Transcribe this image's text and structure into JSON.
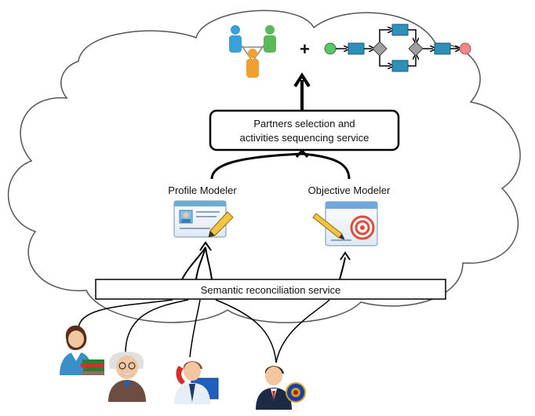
{
  "service_box": {
    "line1": "Partners selection and",
    "line2": "activities sequencing service"
  },
  "profile_modeler": {
    "label": "Profile Modeler",
    "icon": "profile-card-icon"
  },
  "objective_modeler": {
    "label": "Objective Modeler",
    "icon": "target-window-icon"
  },
  "reconciliation_box": {
    "label": "Semantic reconciliation service"
  },
  "plus": {
    "symbol": "+"
  },
  "icons": {
    "top_left": "partners-network-icon",
    "top_right": "bpmn-process-icon",
    "user1": "woman-books-icon",
    "user2": "professor-icon",
    "user3": "phone-operator-icon",
    "user4": "official-seal-icon"
  },
  "colors": {
    "cloud_stroke": "#5a5a5a",
    "person_blue": "#3aa0d8",
    "person_green": "#5cb85c",
    "person_orange": "#f0a030",
    "task_blue": "#2e8fb8",
    "start_green": "#5ec46a",
    "end_red": "#f08a8a",
    "gateway_gray": "#a0a0a0"
  }
}
